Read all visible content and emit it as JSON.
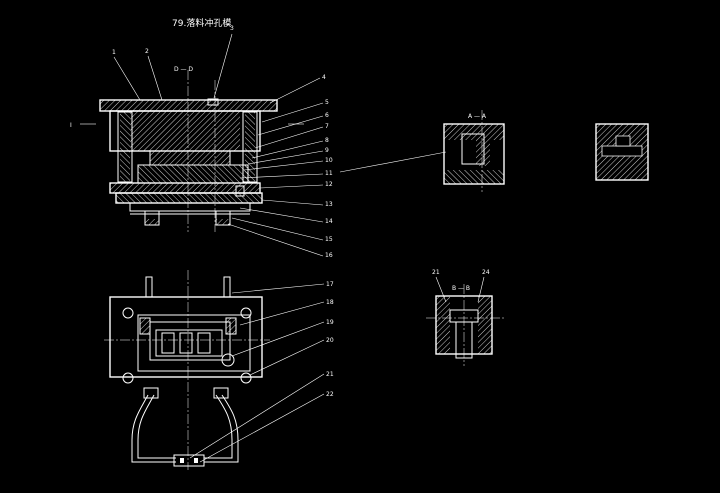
{
  "title": "79.落料冲孔模",
  "section_labels": {
    "main_DD": "D — D",
    "side_I": "I",
    "detail_AA": "A — A",
    "detail_BB": "B — B"
  },
  "callouts_main": [
    "1",
    "2",
    "3",
    "4",
    "5",
    "6",
    "7",
    "8",
    "9",
    "10",
    "11",
    "12",
    "13",
    "14",
    "15",
    "16"
  ],
  "callouts_plan": [
    "17",
    "18",
    "19",
    "20",
    "21",
    "22"
  ],
  "callouts_detail": [
    "21",
    "24"
  ],
  "colors": {
    "background": "#000000",
    "linework": "#ffffff"
  }
}
